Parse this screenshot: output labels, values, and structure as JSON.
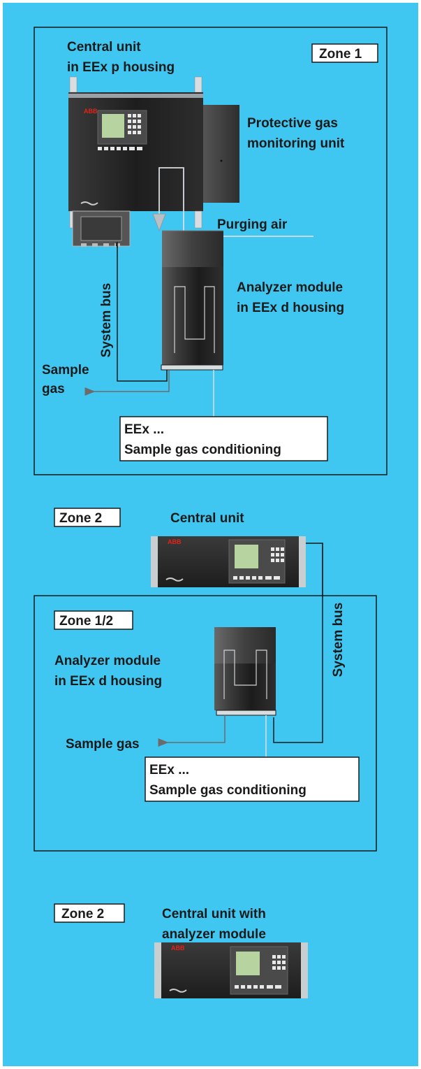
{
  "colors": {
    "background": "#3fc7f2",
    "frame_line": "#1a1a1a",
    "label_box": "#ffffff",
    "pipe": "#d8dde0",
    "housing_dark": "#2b2b2b",
    "display_green": "#b7d3a0",
    "brand_red": "#e2231a"
  },
  "section1": {
    "zone": "Zone 1",
    "central_unit_line1": "Central unit",
    "central_unit_line2": "in EEx p housing",
    "protective_line1": "Protective gas",
    "protective_line2": "monitoring unit",
    "purging_air": "Purging air",
    "system_bus": "System bus",
    "analyzer_line1": "Analyzer module",
    "analyzer_line2": "in EEx d housing",
    "sample_gas_line1": "Sample",
    "sample_gas_line2": "gas",
    "conditioning_line1": "EEx ...",
    "conditioning_line2": "Sample gas conditioning",
    "brand": "ABB"
  },
  "section2": {
    "zone": "Zone 2",
    "central_unit": "Central unit",
    "inner_zone": "Zone 1/2",
    "analyzer_line1": "Analyzer module",
    "analyzer_line2": "in EEx d housing",
    "system_bus": "System bus",
    "sample_gas": "Sample gas",
    "conditioning_line1": "EEx ...",
    "conditioning_line2": "Sample gas conditioning",
    "brand": "ABB"
  },
  "section3": {
    "zone": "Zone 2",
    "central_line1": "Central unit with",
    "central_line2": "analyzer module",
    "brand": "ABB"
  }
}
